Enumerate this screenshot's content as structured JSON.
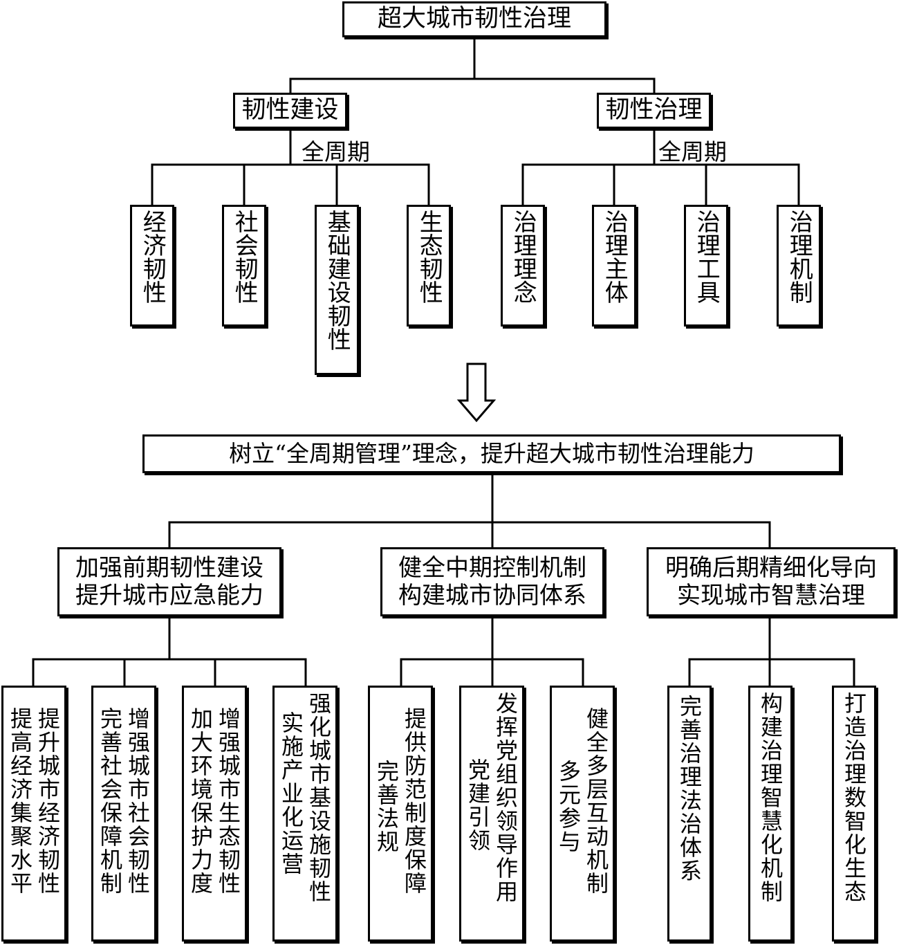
{
  "root": "超大城市韧性治理",
  "branches": [
    {
      "title": "韧性建设",
      "note": "全周期",
      "items": [
        "经济韧性",
        "社会韧性",
        "基础建设韧性",
        "生态韧性"
      ]
    },
    {
      "title": "韧性治理",
      "note": "全周期",
      "items": [
        "治理理念",
        "治理主体",
        "治理工具",
        "治理机制"
      ]
    }
  ],
  "central": "树立“全周期管理”理念，提升超大城市韧性治理能力",
  "pillars": [
    {
      "line1": "加强前期韧性建设",
      "line2": "提升城市应急能力",
      "items": [
        {
          "col1": "提升城市经济韧性",
          "col2": "提高经济集聚水平"
        },
        {
          "col1": "增强城市社会韧性",
          "col2": "完善社会保障机制"
        },
        {
          "col1": "增强城市生态韧性",
          "col2": "加大环境保护力度"
        },
        {
          "col1": "强化城市基设施韧性",
          "col2": "实施产业化运营"
        }
      ]
    },
    {
      "line1": "健全中期控制机制",
      "line2": "构建城市协同体系",
      "items": [
        {
          "col1": "提供防范制度保障",
          "col2": "完善法规"
        },
        {
          "col1": "发挥党组织领导作用",
          "col2": "党建引领"
        },
        {
          "col1": "健全多层互动机制",
          "col2": "多元参与"
        }
      ]
    },
    {
      "line1": "明确后期精细化导向",
      "line2": "实现城市智慧治理",
      "items": [
        {
          "col1": "完善治理法治体系"
        },
        {
          "col1": "构建治理智慧化机制"
        },
        {
          "col1": "打造治理数智化生态"
        }
      ]
    }
  ]
}
